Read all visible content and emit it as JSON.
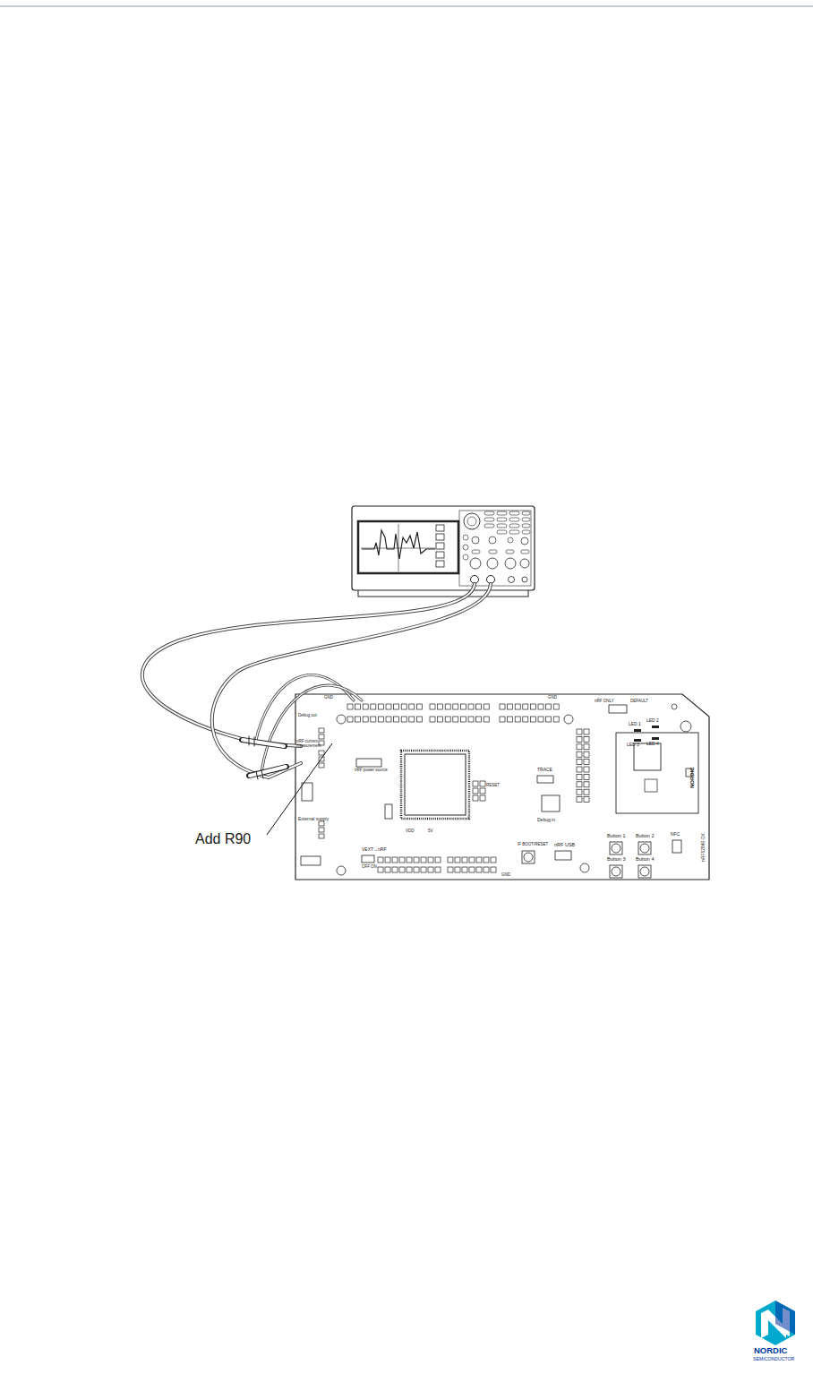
{
  "diagram": {
    "labels": [
      "Add R90",
      "nRF current measurement",
      "External supply",
      "nRF power source",
      "Debug in",
      "TRACE",
      "Button 1",
      "Button 2",
      "Button 3",
      "Button 4",
      "LED 1",
      "LED 2",
      "LED 3",
      "LED 4",
      "NFC",
      "nRF USB",
      "IF BOOT/RESET",
      "nRF52840-DK",
      "NORDIC",
      "NORDIC",
      "SEMICONDUCTOR",
      "nRF ONLY",
      "DEFAULT",
      "GND",
      "GND",
      "GND",
      "VEXT→nRF",
      "OFF",
      "ON",
      "Debug out",
      "RESET",
      "VDD",
      "5V"
    ]
  }
}
